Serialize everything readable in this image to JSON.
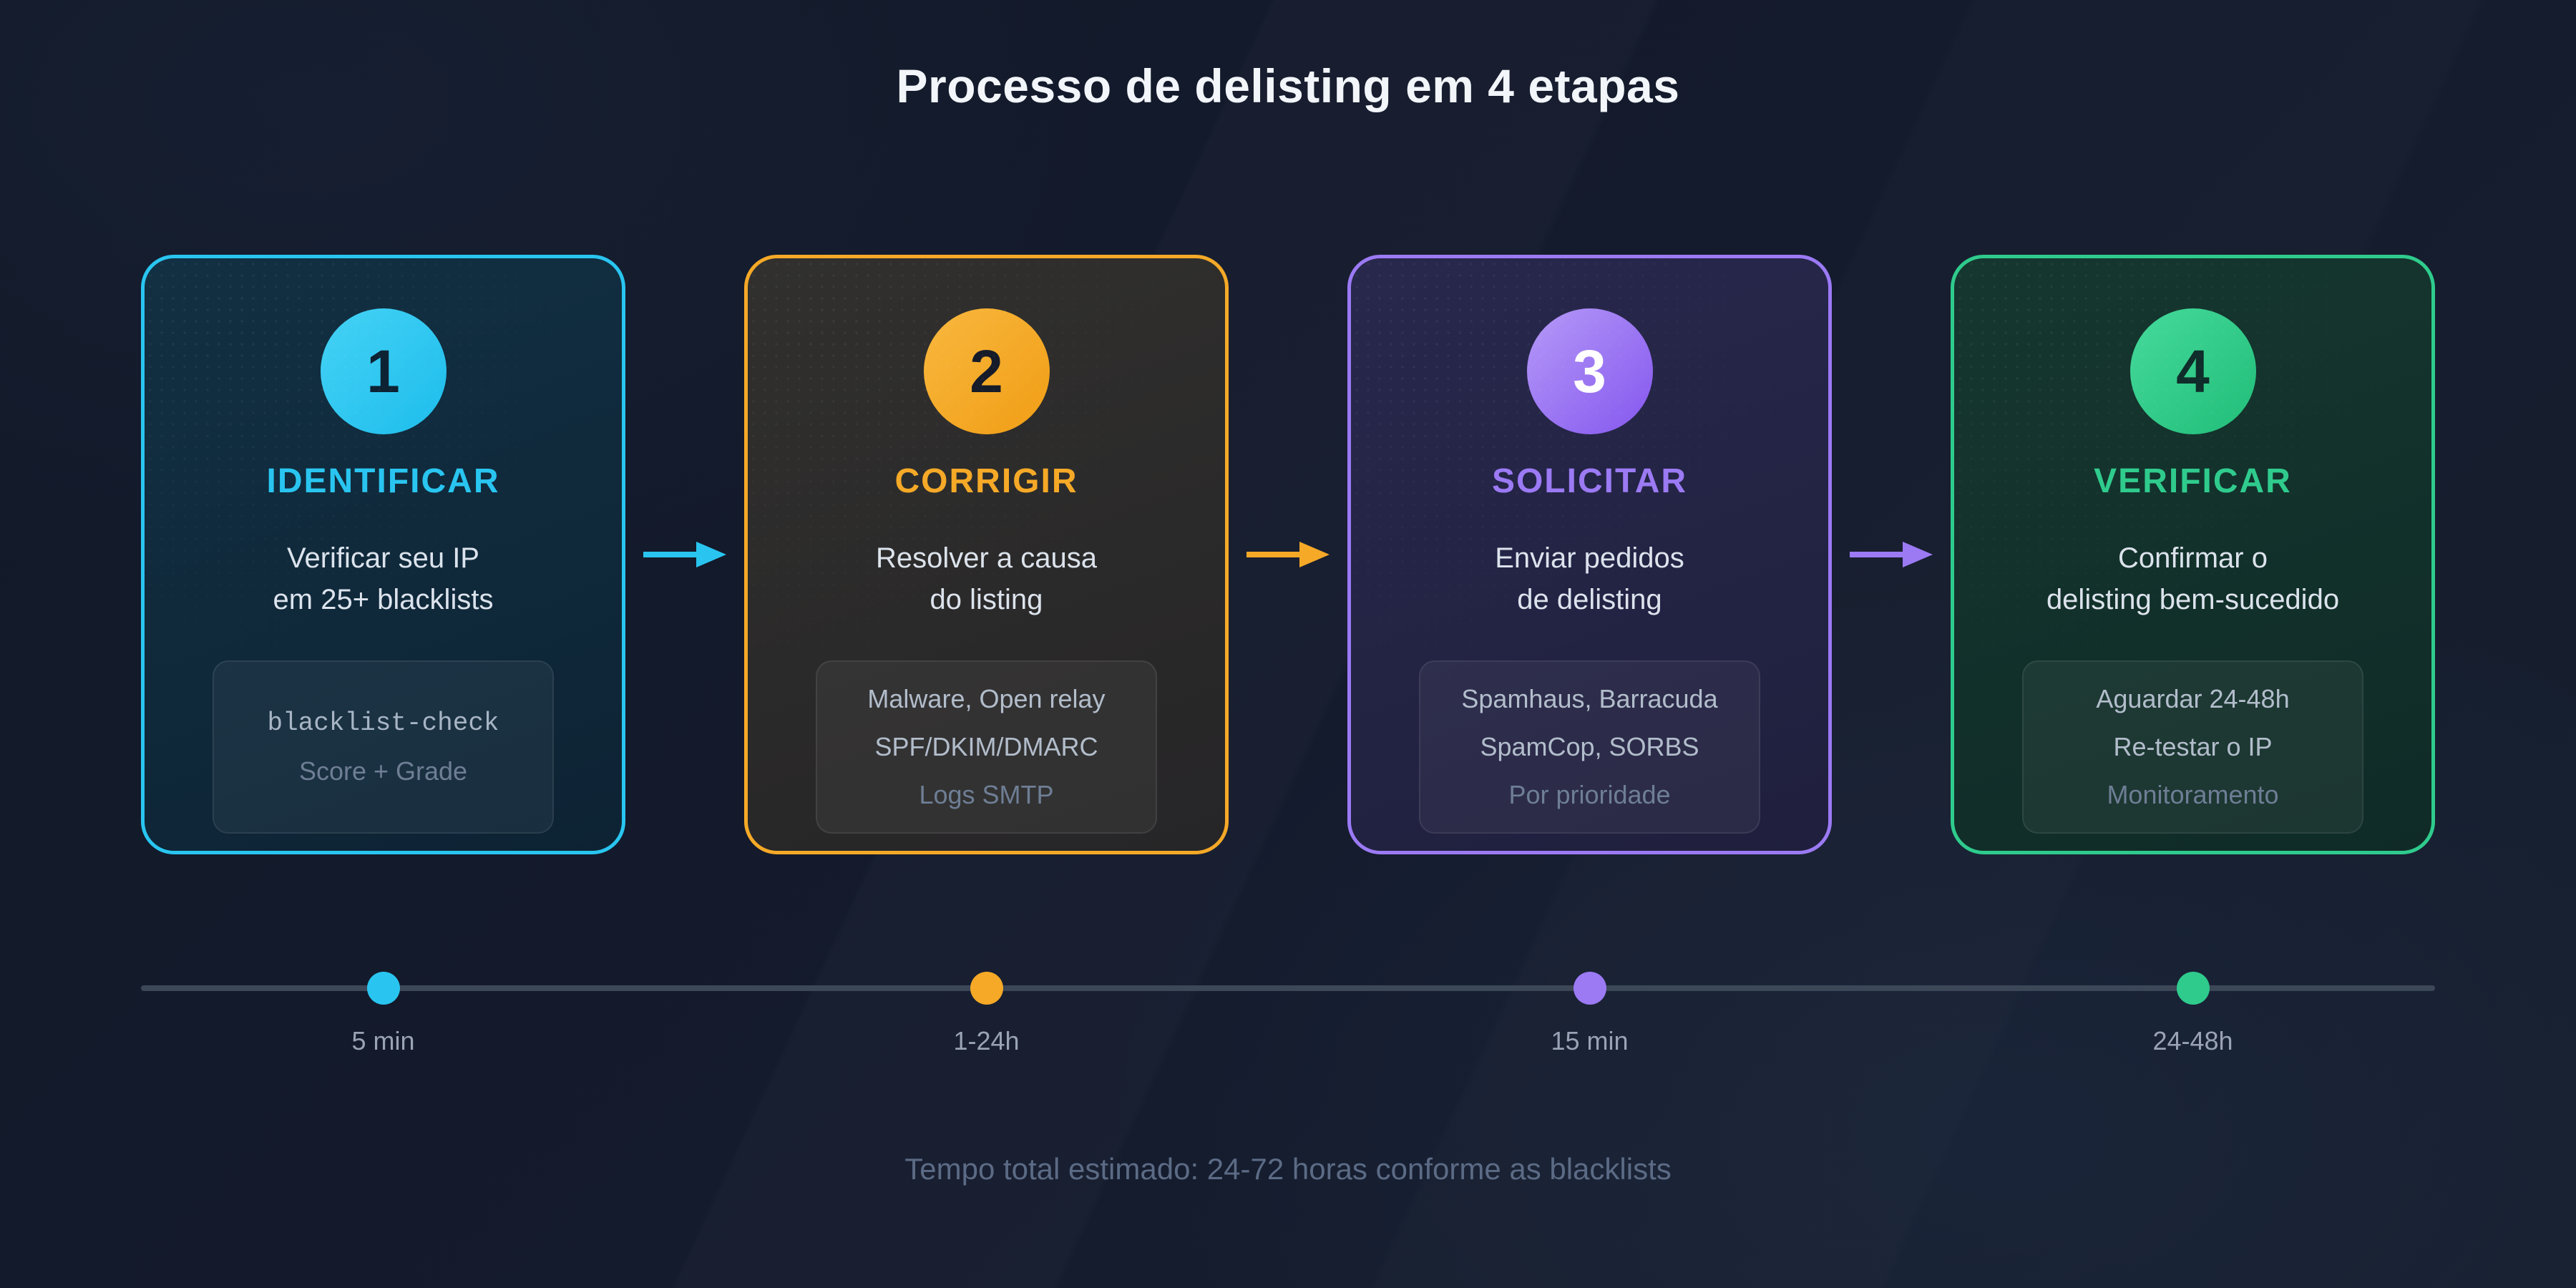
{
  "title": "Processo de delisting em 4 etapas",
  "steps": [
    {
      "number": "1",
      "name": "IDENTIFICAR",
      "desc_line1": "Verificar seu IP",
      "desc_line2": "em 25+ blacklists",
      "details": [
        "blacklist-check",
        "Score + Grade"
      ],
      "duration": "5 min",
      "accent": "#29c5f0",
      "card_bg_top": "#123043",
      "card_bg_bottom": "#0d2334",
      "circle_top": "#45d2f5",
      "circle_bottom": "#1dbdec",
      "number_color": "#0d2334"
    },
    {
      "number": "2",
      "name": "CORRIGIR",
      "desc_line1": "Resolver a causa",
      "desc_line2": "do listing",
      "details": [
        "Malware, Open relay",
        "SPF/DKIM/DMARC",
        "Logs SMTP"
      ],
      "duration": "1-24h",
      "accent": "#f5a927",
      "card_bg_top": "#31302e",
      "card_bg_bottom": "#262527",
      "circle_top": "#f9b83f",
      "circle_bottom": "#f09d14",
      "number_color": "#161b29"
    },
    {
      "number": "3",
      "name": "SOLICITAR",
      "desc_line1": "Enviar pedidos",
      "desc_line2": "de delisting",
      "details": [
        "Spamhaus, Barracuda",
        "SpamCop, SORBS",
        "Por prioridade"
      ],
      "duration": "15 min",
      "accent": "#9b7af4",
      "card_bg_top": "#28284d",
      "card_bg_bottom": "#1f1f3d",
      "circle_top": "#b59af8",
      "circle_bottom": "#8456ee",
      "number_color": "#ffffff"
    },
    {
      "number": "4",
      "name": "VERIFICAR",
      "desc_line1": "Confirmar o",
      "desc_line2": "delisting bem-sucedido",
      "details": [
        "Aguardar 24-48h",
        "Re-testar o IP",
        "Monitoramento"
      ],
      "duration": "24-48h",
      "accent": "#2fcb8d",
      "card_bg_top": "#15372f",
      "card_bg_bottom": "#102b27",
      "circle_top": "#45da9c",
      "circle_bottom": "#21bd78",
      "number_color": "#0f2d2a"
    }
  ],
  "footer": "Tempo total estimado: 24-72 horas conforme as blacklists"
}
